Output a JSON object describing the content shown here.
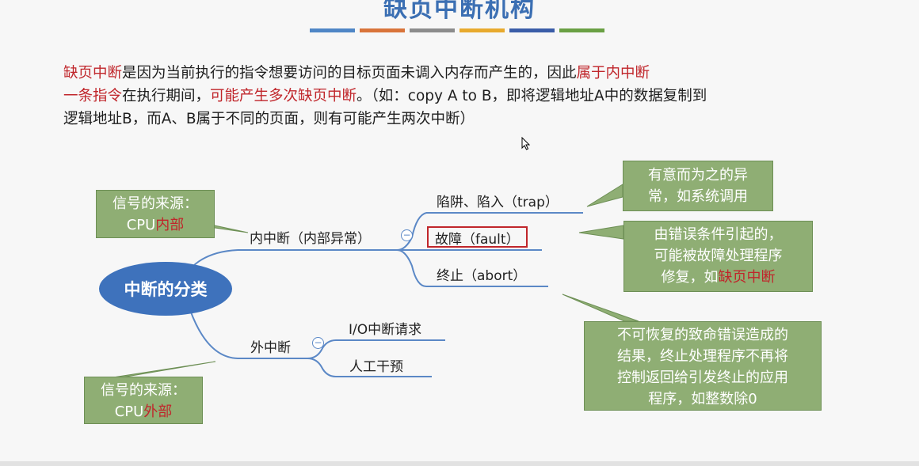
{
  "title": "缺页中断机构",
  "title_bar_colors": [
    "#4f86c6",
    "#d9743a",
    "#8c8c8c",
    "#e8aa2e",
    "#3a5da8",
    "#6aa044"
  ],
  "intro": {
    "p1_red": "缺页中断",
    "p1_text": "是因为当前执行的指令想要访问的目标页面未调入内存而产生的，因此",
    "p1_red2": "属于内中断",
    "p2_red": "一条指令",
    "p2_text": "在执行期间，",
    "p2_red2": "可能产生多次缺页中断",
    "p2_text2": "。（如：copy A to B，即将逻辑地址A中的数据复制到",
    "p3_text": "逻辑地址B，而A、B属于不同的页面，则有可能产生两次中断）"
  },
  "mindmap": {
    "center": "中断的分类",
    "internal": {
      "label": "内中断（内部异常）",
      "children": [
        "陷阱、陷入（trap）",
        "故障（fault）",
        "终止（abort）"
      ]
    },
    "external": {
      "label": "外中断",
      "children": [
        "I/O中断请求",
        "人工干预"
      ]
    },
    "collapse_symbol": "−"
  },
  "callouts": {
    "internal_source_line1": "信号的来源：",
    "internal_source_prefix": "CPU",
    "internal_source_hl": "内部",
    "external_source_line1": "信号的来源：",
    "external_source_prefix": "CPU",
    "external_source_hl": "外部",
    "trap_line1": "有意而为之的异",
    "trap_line2": "常，如系统调用",
    "fault_line1": "由错误条件引起的，",
    "fault_line2": "可能被故障处理程序",
    "fault_line3_prefix": "修复，如",
    "fault_line3_hl": "缺页中断",
    "abort_line1": "不可恢复的致命错误造成的",
    "abort_line2": "结果，终止处理程序不再将",
    "abort_line3": "控制返回给引发终止的应用",
    "abort_line4": "程序，如整数除0"
  },
  "colors": {
    "accent_blue": "#3e72bc",
    "highlight_red": "#c0262b",
    "callout_green": "#8fae74"
  }
}
